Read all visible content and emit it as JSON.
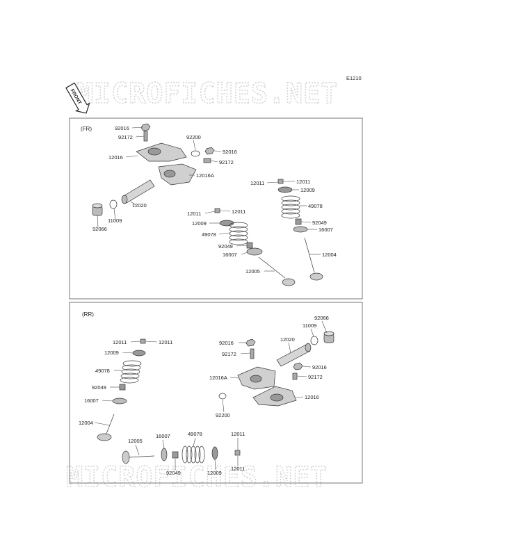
{
  "diagram_code": "E1210",
  "front_label": "FRONT",
  "watermark": "MICROFICHES.NET",
  "panels": {
    "fr": {
      "caption": "(FR)",
      "labels": [
        "92016",
        "92172",
        "92200",
        "92016",
        "92172",
        "12016",
        "12016A",
        "12020",
        "11009",
        "92066",
        "12011",
        "12011",
        "12009",
        "49078",
        "92049",
        "16007",
        "12004",
        "12011",
        "12011",
        "12009",
        "49078",
        "92049",
        "16007",
        "12005"
      ]
    },
    "rr": {
      "caption": "(RR)",
      "labels": [
        "12011",
        "12011",
        "12009",
        "49078",
        "92049",
        "16007",
        "12004",
        "12005",
        "16007",
        "92049",
        "49078",
        "12009",
        "12011",
        "12011",
        "92066",
        "11009",
        "12020",
        "92016",
        "92172",
        "92016",
        "92172",
        "12016A",
        "12016",
        "92200"
      ]
    }
  }
}
